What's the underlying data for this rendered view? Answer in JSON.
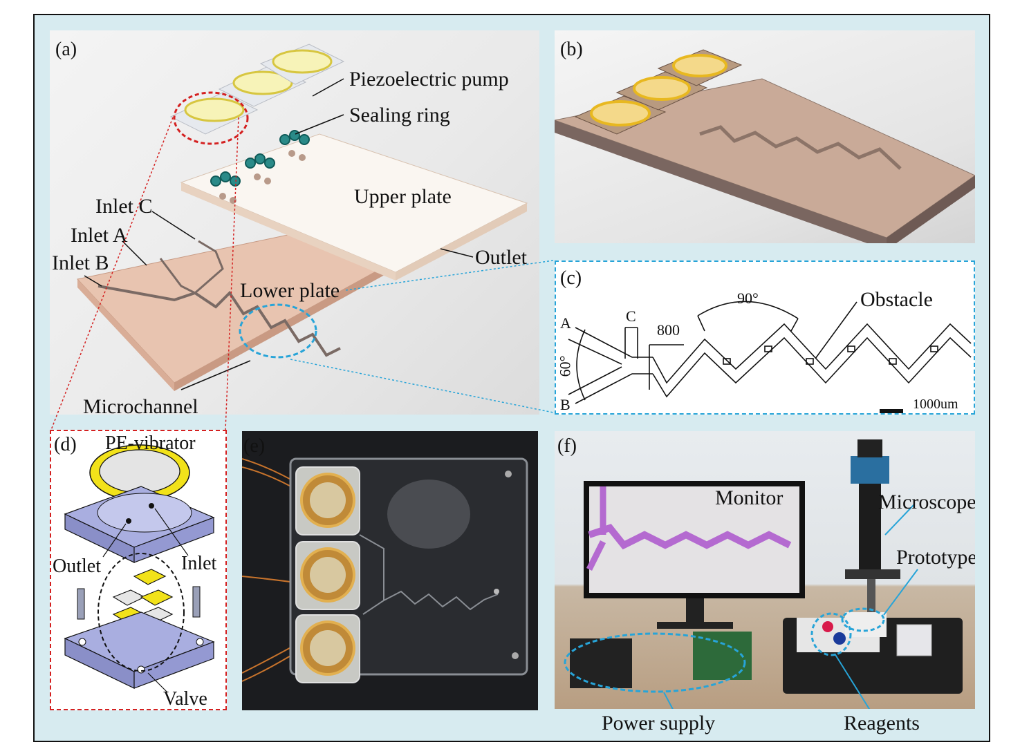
{
  "panel_a": {
    "label": "(a)",
    "piezo_pump": "Piezoelectric pump",
    "sealing_ring": "Sealing ring",
    "upper_plate": "Upper plate",
    "inlet_c": "Inlet C",
    "inlet_a": "Inlet A",
    "inlet_b": "Inlet B",
    "outlet": "Outlet",
    "lower_plate": "Lower plate",
    "microchannel": "Microchannel"
  },
  "panel_b": {
    "label": "(b)"
  },
  "panel_c": {
    "label": "(c)",
    "a": "A",
    "b": "B",
    "c": "C",
    "dim_800": "800",
    "angle_90": "90°",
    "angle_60": "60°",
    "obstacle": "Obstacle",
    "scale": "1000um"
  },
  "panel_d": {
    "label": "(d)",
    "pe_vibrator": "PE-vibrator",
    "outlet": "Outlet",
    "inlet": "Inlet",
    "valve": "Valve"
  },
  "panel_e": {
    "label": "(e)"
  },
  "panel_f": {
    "label": "(f)",
    "monitor": "Monitor",
    "microscope": "Microscope",
    "prototype": "Prototype",
    "power_supply": "Power supply",
    "reagents": "Reagents"
  },
  "colors": {
    "frame_bg": "#d7ebf0",
    "red_dash": "#d42020",
    "blue_dash": "#27a4d8",
    "valve_yellow": "#f2e21a",
    "plate_purple": "#a9aee0",
    "channel_purple": "#b46ad0"
  }
}
